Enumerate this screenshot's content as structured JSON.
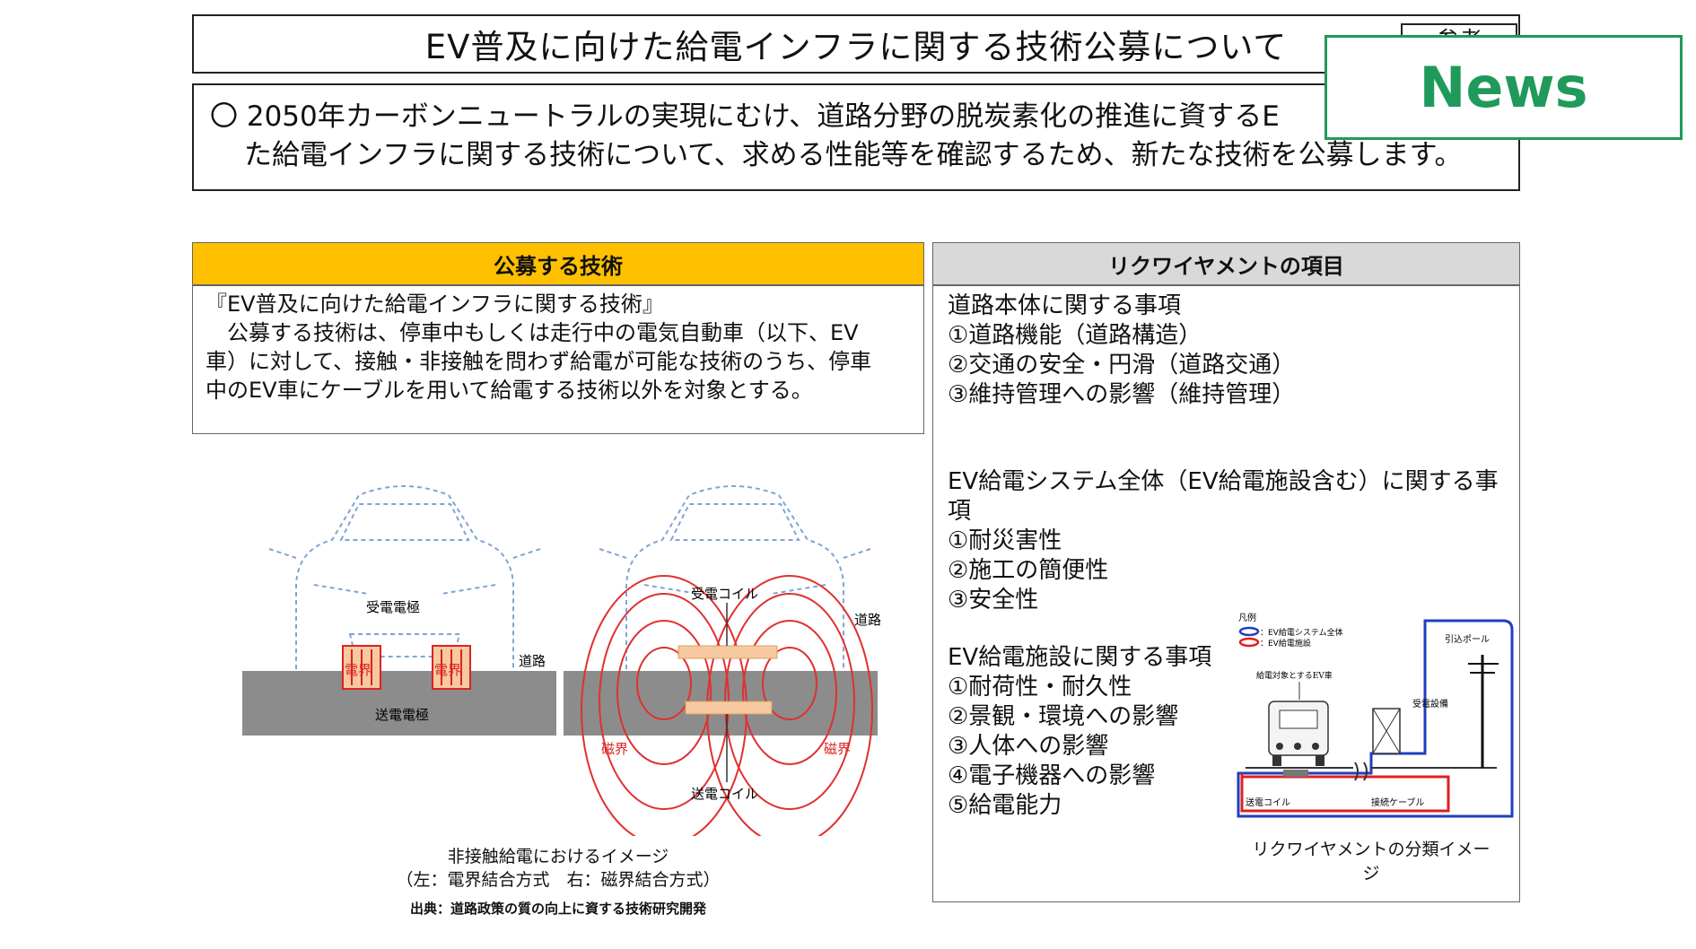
{
  "header": {
    "title": "EV普及に向けた給電インフラに関する技術公募について",
    "ref_tag": "参考"
  },
  "badge": {
    "label": "News",
    "color": "#1f9a5b"
  },
  "intro": {
    "line1": "〇 2050年カーボンニュートラルの実現にむけ、道路分野の脱炭素化の推進に資するE",
    "line2": "た給電インフラに関する技術について、求める性能等を確認するため、新たな技術を公募します。"
  },
  "left_section": {
    "heading": "公募する技術",
    "heading_color": "#ffc000",
    "body": [
      "『EV普及に向けた給電インフラに関する技術』",
      "　公募する技術は、停車中もしくは走行中の電気自動車（以下、EV",
      "車）に対して、接触・非接触を問わず給電が可能な技術のうち、停車",
      "中のEV車にケーブルを用いて給電する技術以外を対象とする。"
    ]
  },
  "illustration": {
    "labels": {
      "receive_electrode": "受電電極",
      "send_electrode": "送電電極",
      "road_left": "道路",
      "electric_field_1": "電界",
      "electric_field_2": "電界",
      "receive_coil": "受電コイル",
      "send_coil": "送電コイル",
      "road_right": "道路",
      "magnetic_left": "磁界",
      "magnetic_right": "磁界"
    },
    "caption_line1": "非接触給電におけるイメージ",
    "caption_line2": "（左：電界結合方式　右：磁界結合方式）",
    "source": "出典：道路政策の質の向上に資する技術研究開発"
  },
  "right_section": {
    "heading": "リクワイヤメントの項目",
    "heading_color": "#d9d9d9",
    "groups": [
      {
        "title": "道路本体に関する事項",
        "items": [
          "①道路機能（道路構造）",
          "②交通の安全・円滑（道路交通）",
          "③維持管理への影響（維持管理）"
        ]
      },
      {
        "title": "EV給電システム全体（EV給電施設含む）に関する事項",
        "items": [
          "①耐災害性",
          "②施工の簡便性",
          "③安全性"
        ]
      },
      {
        "title": "EV給電施設に関する事項",
        "items": [
          "①耐荷性・耐久性",
          "②景観・環境への影響",
          "③人体への影響",
          "④電子機器への影響",
          "⑤給電能力"
        ]
      }
    ]
  },
  "req_diagram": {
    "legend_title": "凡例",
    "legend_system": "：EV給電システム全体",
    "legend_facility": "：EV給電施設",
    "ev_label": "給電対象とするEV車",
    "pole_label": "引込ポール",
    "equipment_label": "受電設備",
    "coil_label": "送電コイル",
    "cable_label": "接続ケーブル",
    "caption": "リクワイヤメントの分類イメージ",
    "system_color": "#1f3fbf",
    "facility_color": "#e02020"
  }
}
